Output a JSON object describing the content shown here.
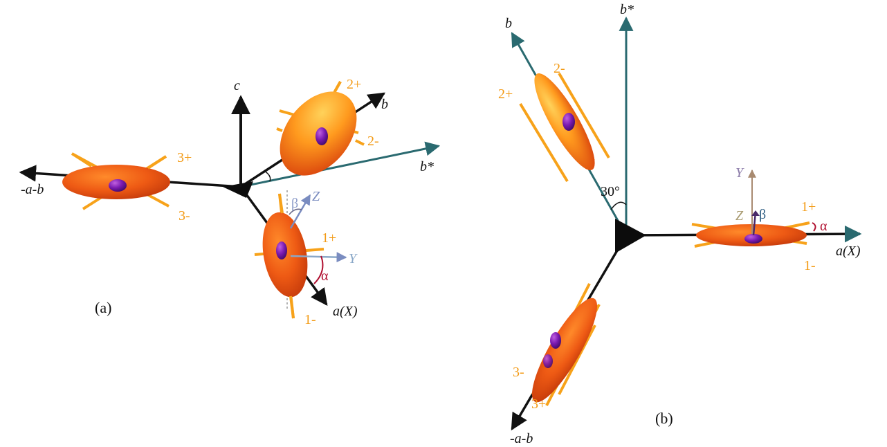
{
  "colors": {
    "axis": "#111111",
    "reciprocal_axis": "#1f4a55",
    "orbital_label": "#f39a14",
    "lobe": "#f7a21a",
    "ellipsoid_light": "#ffb23a",
    "ellipsoid_dark": "#e44a10",
    "atom": "#6b1aa0",
    "angle_alpha": "#b01030",
    "local_z": "#7a8cc0",
    "local_y": "#8aa8c8",
    "tip_b_star": "#3c7a78"
  },
  "panel_a": {
    "caption": "(a)",
    "axes": {
      "c": "c",
      "b": "b",
      "b_star": "b*",
      "minus_a_minus_b": "-a-b",
      "a_X": "a(X)",
      "Z": "Z",
      "Y": "Y"
    },
    "angles": {
      "alpha": "α",
      "beta": "β"
    },
    "orbital_labels": {
      "two_plus": "2+",
      "two_minus": "2-",
      "three_plus": "3+",
      "three_minus": "3-",
      "one_plus": "1+",
      "one_minus": "1-"
    }
  },
  "panel_b": {
    "caption": "(b)",
    "axes": {
      "b": "b",
      "b_star": "b*",
      "minus_a_minus_b": "-a-b",
      "a_X": "a(X)",
      "Z": "Z",
      "Y": "Y"
    },
    "angles": {
      "alpha": "α",
      "beta": "β",
      "thirty": "30°"
    },
    "orbital_labels": {
      "two_plus": "2+",
      "two_minus": "2-",
      "three_plus": "3+",
      "three_minus": "3-",
      "one_plus": "1+",
      "one_minus": "1-"
    }
  }
}
